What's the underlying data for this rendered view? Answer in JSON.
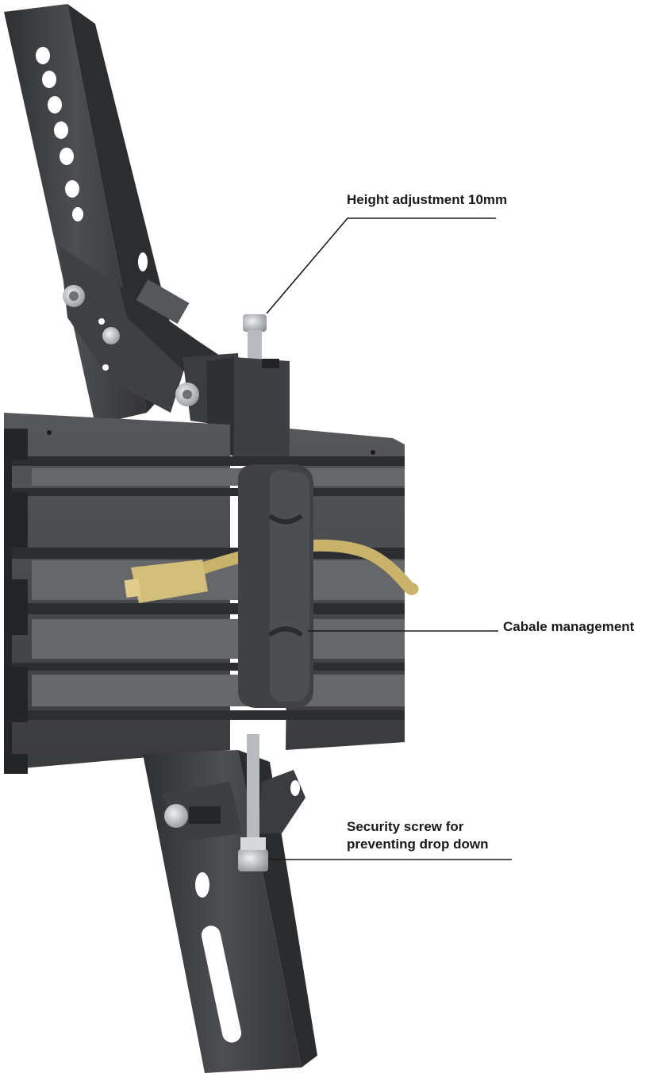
{
  "callouts": {
    "height_adjustment": "Height adjustment 10mm",
    "cable_management": "Cabale management",
    "security_screw_line1": "Security screw for",
    "security_screw_line2": "preventing drop down"
  },
  "colors": {
    "metal_dark": "#3a3b3d",
    "metal_mid": "#4b4d50",
    "metal_light": "#5e6064",
    "cable": "#c9b26a",
    "bolt": "#c9ccd0",
    "leader_line": "#1a1a1a"
  }
}
